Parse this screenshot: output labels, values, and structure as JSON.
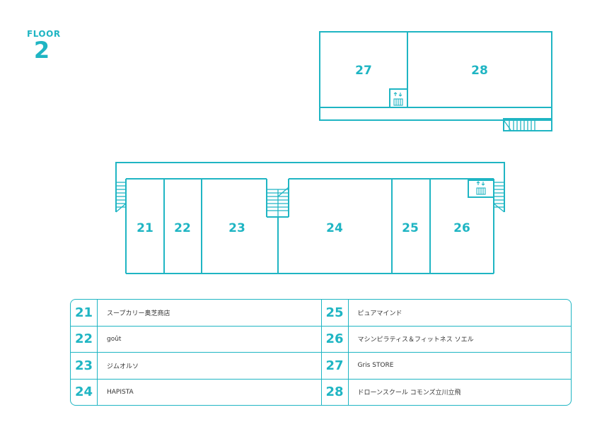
{
  "floor": {
    "word": "FLOOR",
    "number": "2"
  },
  "colors": {
    "accent": "#1fb5c3",
    "text": "#333333",
    "background": "#ffffff"
  },
  "map": {
    "rooms": [
      "27",
      "28",
      "21",
      "22",
      "23",
      "24",
      "25",
      "26"
    ],
    "icons": [
      "elevator-icon",
      "stairs-icon"
    ]
  },
  "directory": [
    {
      "number": "21",
      "name": "スープカリー奥芝商店"
    },
    {
      "number": "22",
      "name": "goût"
    },
    {
      "number": "23",
      "name": "ジムオルソ"
    },
    {
      "number": "24",
      "name": "HAPISTA"
    },
    {
      "number": "25",
      "name": "ピュアマインド"
    },
    {
      "number": "26",
      "name": "マシンピラティス＆フィットネス ソエル"
    },
    {
      "number": "27",
      "name": "Gris STORE"
    },
    {
      "number": "28",
      "name": "ドローンスクール コモンズ立川立飛"
    }
  ]
}
